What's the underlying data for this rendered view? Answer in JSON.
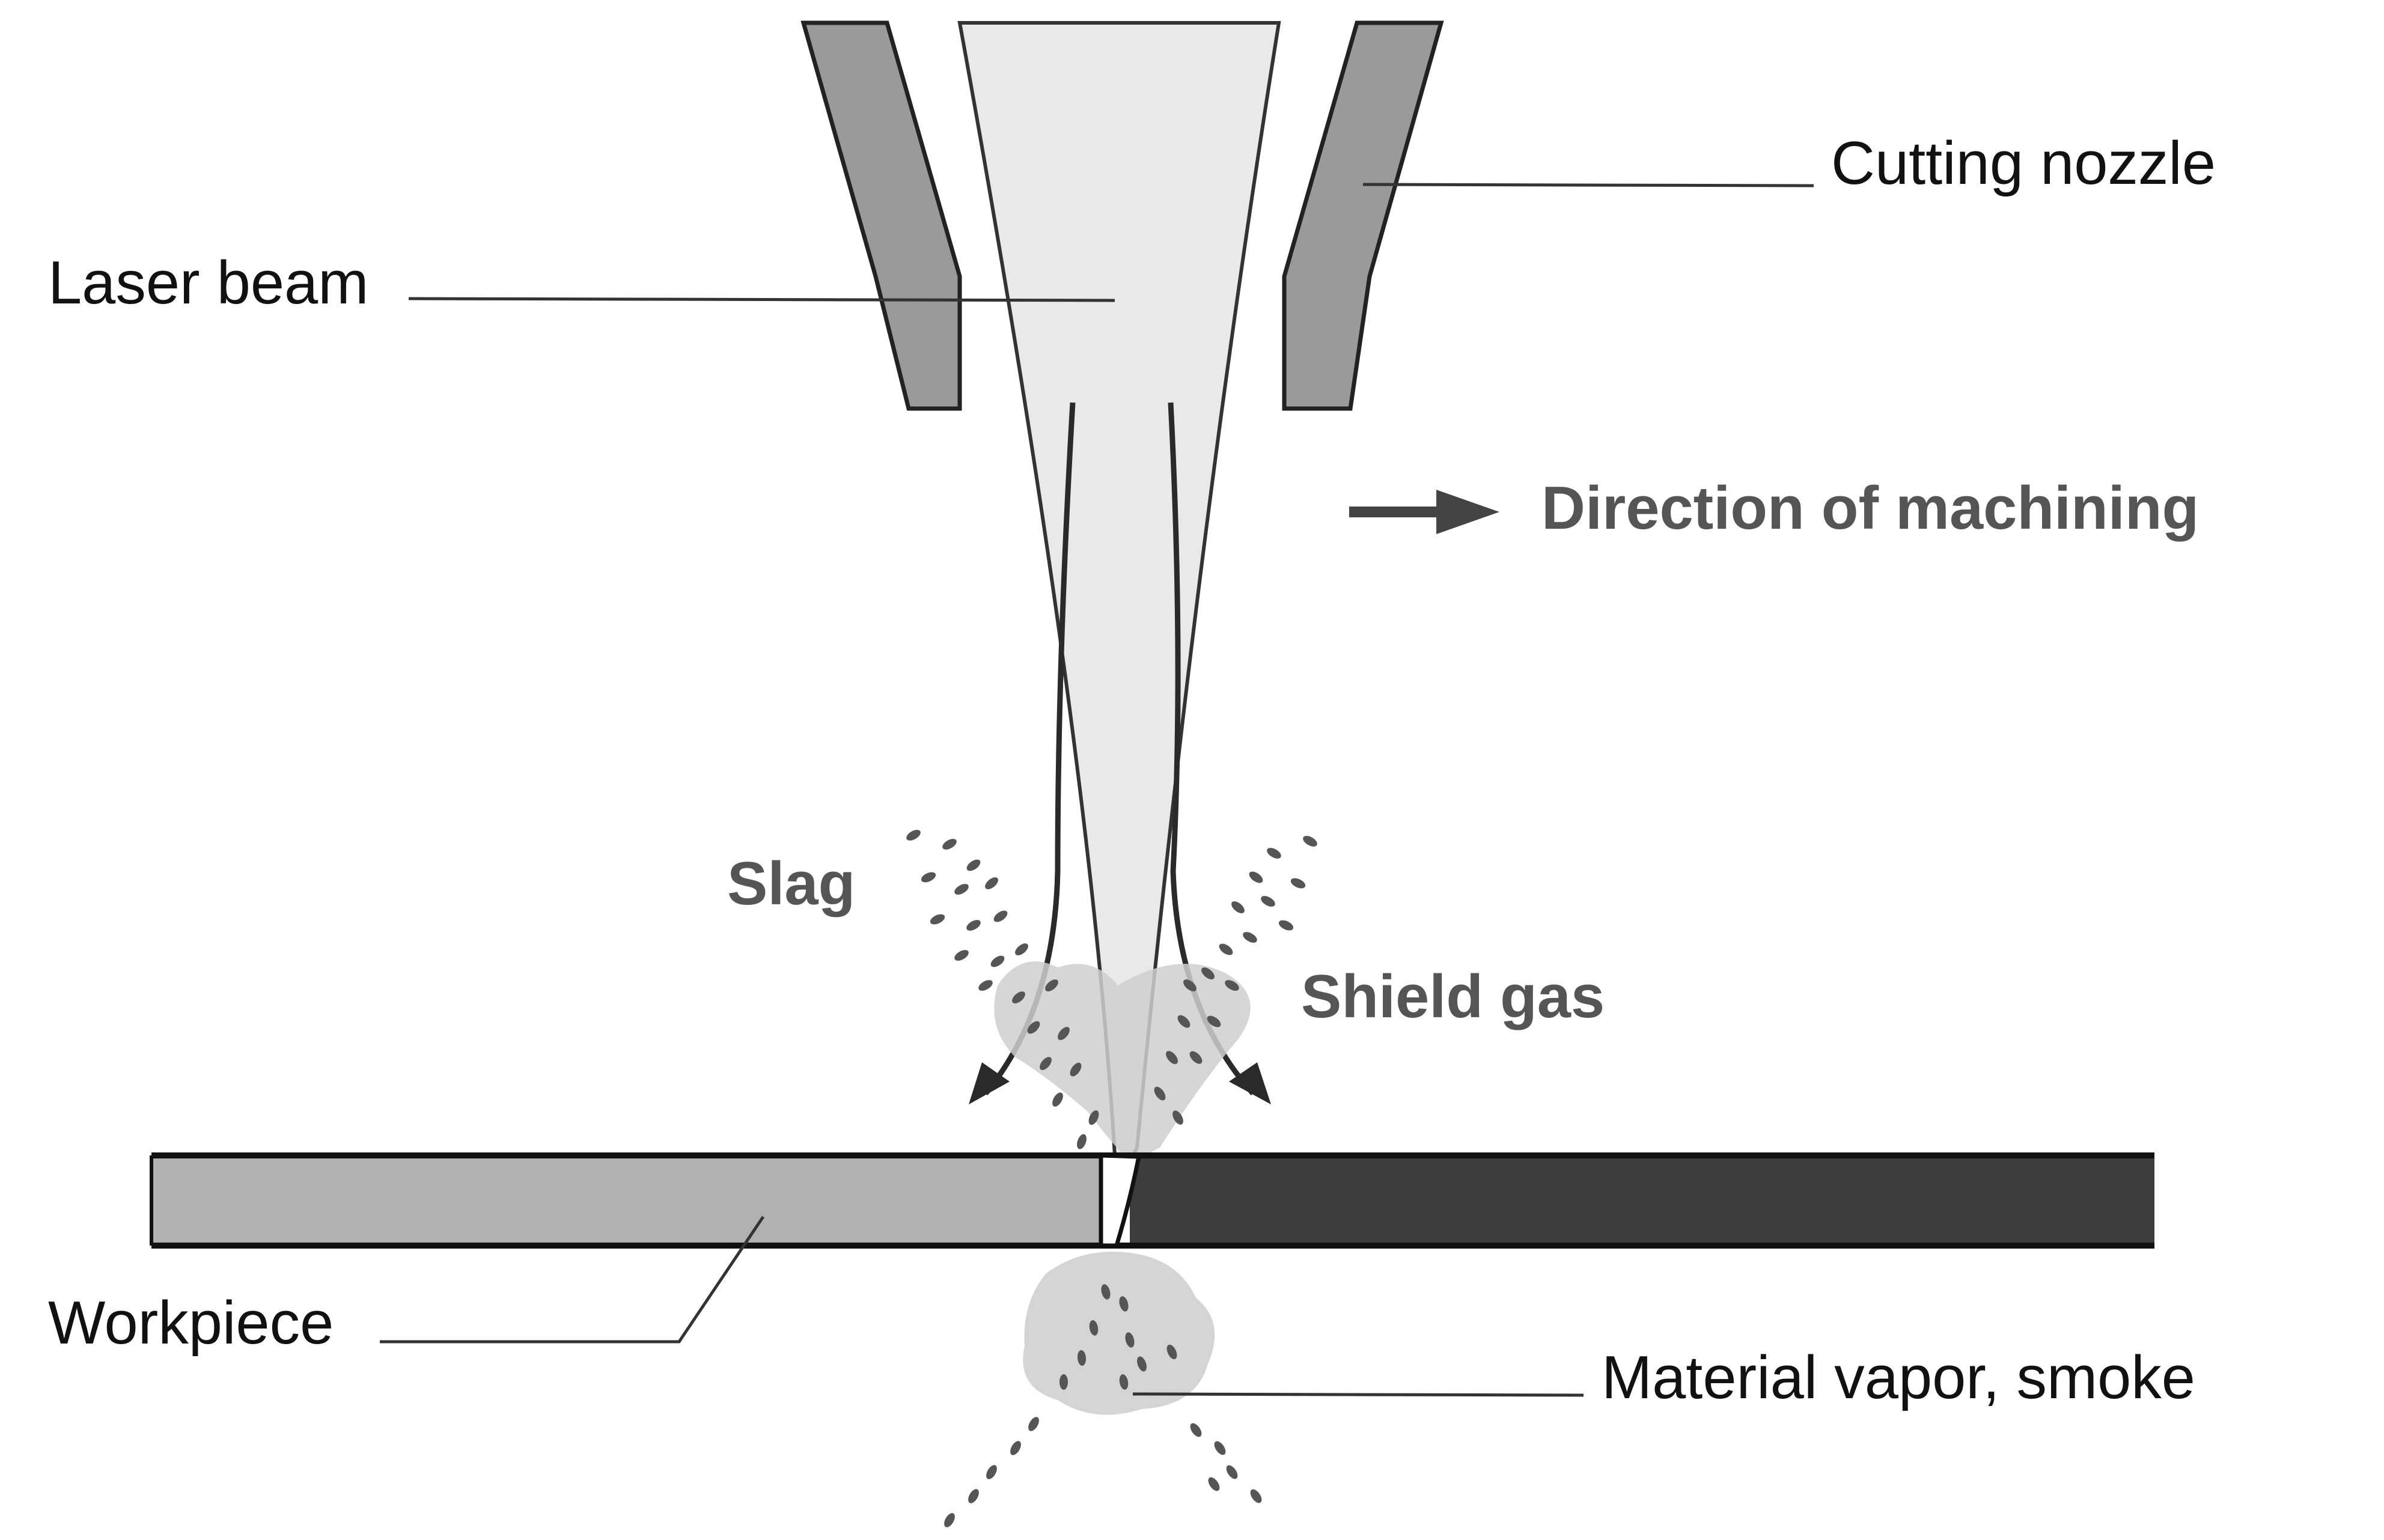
{
  "labels": {
    "laser_beam": "Laser beam",
    "cutting_nozzle": "Cutting nozzle",
    "direction": "Direction of machining",
    "slag": "Slag",
    "shield_gas": "Shield gas",
    "workpiece": "Workpiece",
    "vapor": "Material vapor, smoke"
  },
  "colors": {
    "background": "#ffffff",
    "nozzle": "#9a9a9a",
    "beam": "#e9e9e9",
    "workpiece_uncut": "#b0b0b0",
    "workpiece_cut": "#3c3c3c",
    "cloud": "#cfcfcf",
    "particles": "#555555",
    "lines": "#222222"
  }
}
